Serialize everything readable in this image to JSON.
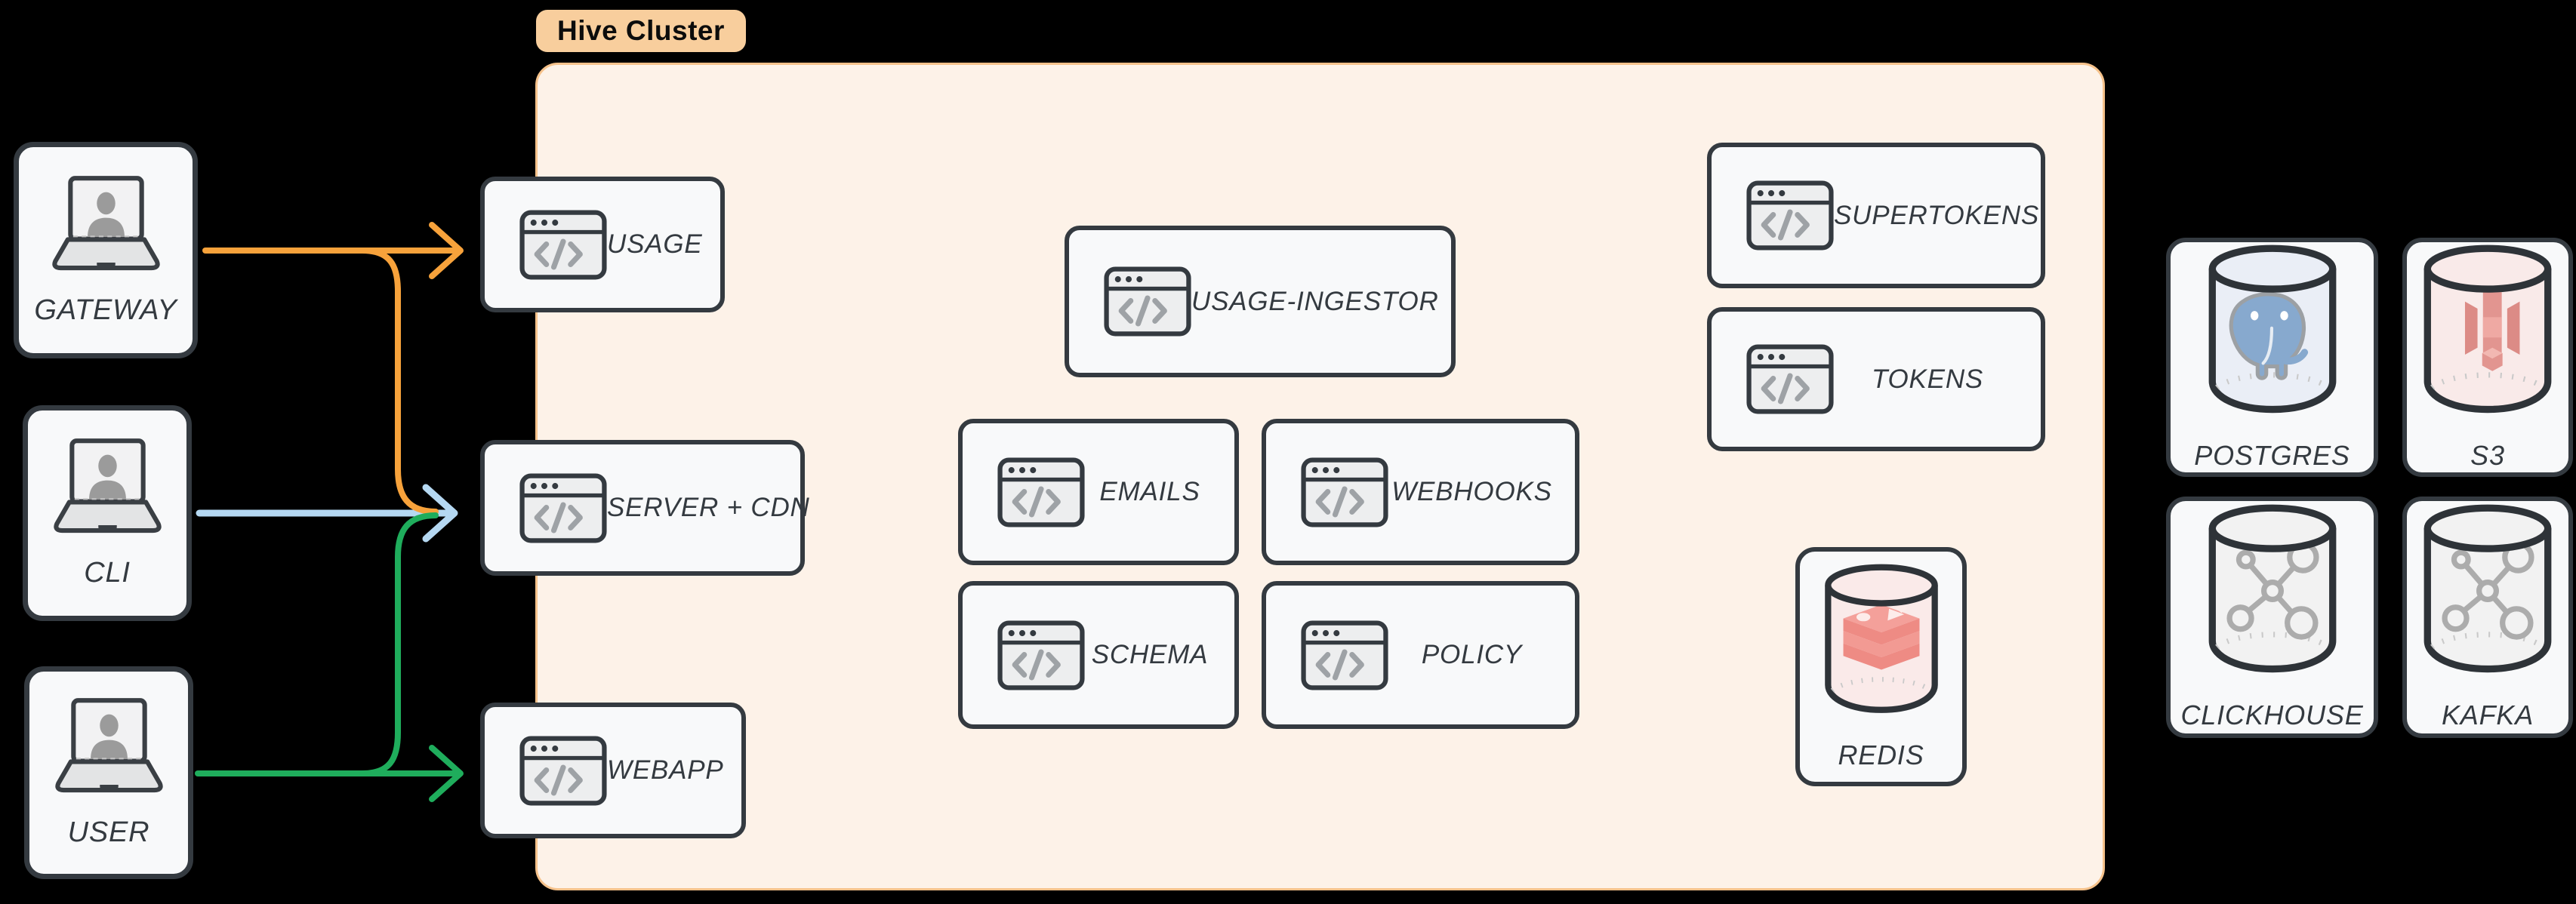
{
  "cluster": {
    "label": "Hive Cluster"
  },
  "clients": [
    {
      "label": "GATEWAY",
      "icon": "laptop-user-icon"
    },
    {
      "label": "CLI",
      "icon": "laptop-user-icon"
    },
    {
      "label": "USER",
      "icon": "laptop-user-icon"
    }
  ],
  "services": {
    "usage": {
      "label": "USAGE",
      "icon": "code-window-icon"
    },
    "server_cdn": {
      "label": "SERVER + CDN",
      "icon": "code-window-icon"
    },
    "webapp": {
      "label": "WEBAPP",
      "icon": "code-window-icon"
    },
    "usage_ingestor": {
      "label": "USAGE-INGESTOR",
      "icon": "code-window-icon"
    },
    "emails": {
      "label": "EMAILS",
      "icon": "code-window-icon"
    },
    "webhooks": {
      "label": "WEBHOOKS",
      "icon": "code-window-icon"
    },
    "schema": {
      "label": "SCHEMA",
      "icon": "code-window-icon"
    },
    "policy": {
      "label": "POLICY",
      "icon": "code-window-icon"
    },
    "supertokens": {
      "label": "SUPERTOKENS",
      "icon": "code-window-icon"
    },
    "tokens": {
      "label": "TOKENS",
      "icon": "code-window-icon"
    },
    "redis": {
      "label": "REDIS",
      "icon": "redis-database-cylinder-icon"
    }
  },
  "databases": [
    {
      "label": "POSTGRES",
      "icon": "postgres-database-cylinder-icon"
    },
    {
      "label": "S3",
      "icon": "s3-database-cylinder-icon"
    },
    {
      "label": "CLICKHOUSE",
      "icon": "clickhouse-database-cylinder-icon"
    },
    {
      "label": "KAFKA",
      "icon": "kafka-database-cylinder-icon"
    }
  ],
  "edges": [
    {
      "from": "GATEWAY",
      "to": "USAGE",
      "color": "orange"
    },
    {
      "from": "GATEWAY",
      "to": "SERVER + CDN",
      "color": "orange"
    },
    {
      "from": "CLI",
      "to": "SERVER + CDN",
      "color": "blue"
    },
    {
      "from": "USER",
      "to": "SERVER + CDN",
      "color": "green"
    },
    {
      "from": "USER",
      "to": "WEBAPP",
      "color": "green"
    }
  ],
  "colors": {
    "background": "#000000",
    "cluster_fill": "#FDF2E8",
    "cluster_border": "#F6C28B",
    "badge_fill": "#F8CE9D",
    "node_fill": "#F8F9FA",
    "node_border": "#343A40",
    "label_text": "#343A40",
    "edge_orange": "#F7A23B",
    "edge_green": "#1FAD5C",
    "edge_blue": "#B5D8F2"
  }
}
